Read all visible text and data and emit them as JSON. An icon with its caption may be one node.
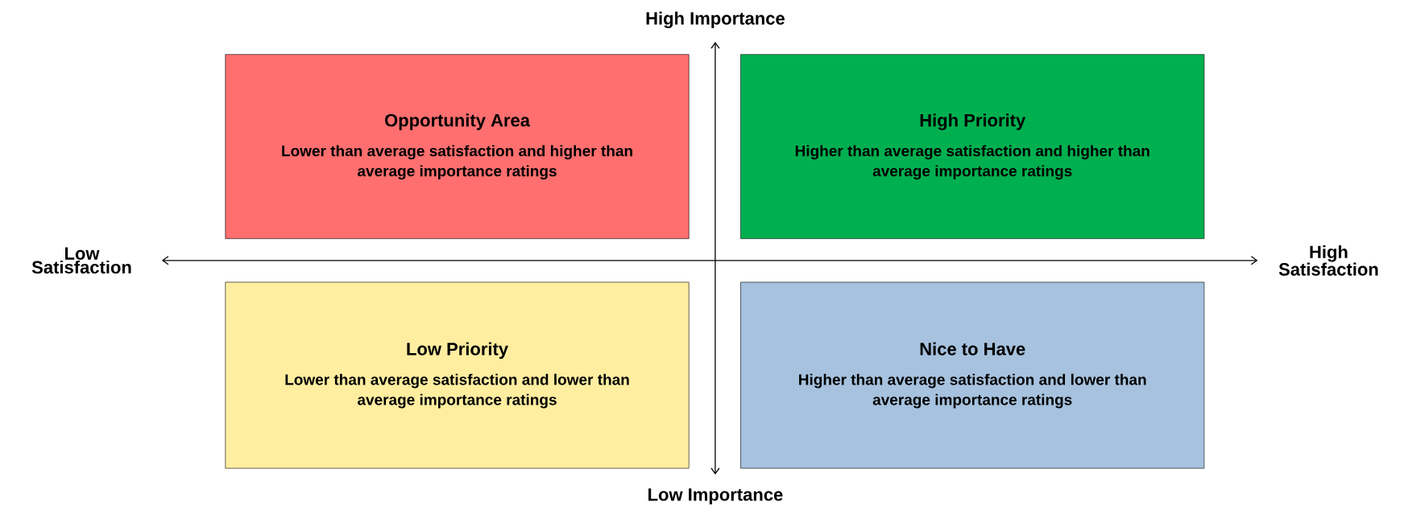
{
  "diagram": {
    "nodes": [
      {
        "text": [
          "Opportunity Area",
          "Lower than average satisfaction and higher than average importance ratings"
        ]
      },
      {
        "text": [
          "High Priority",
          "Higher than average satisfaction and higher than average importance ratings"
        ]
      },
      {
        "text": [
          "Low Priority",
          "Lower than average satisfaction and lower than average importance ratings"
        ]
      },
      {
        "text": [
          "Nice to Have",
          "Higher than average satisfaction and lower than average importance ratings"
        ]
      }
    ],
    "labels": [
      "High Importance",
      "Low Satisfaction",
      "High Satisfaction",
      "Low Importance"
    ]
  }
}
